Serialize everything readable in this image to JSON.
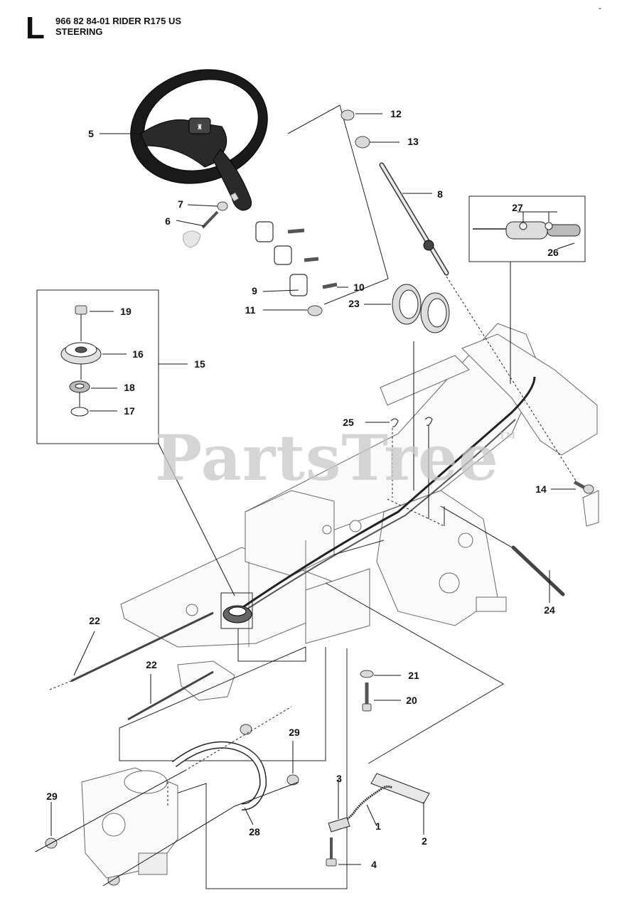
{
  "header": {
    "section_letter": "L",
    "model_line": "966 82 84-01 RIDER R175 US",
    "section_title": "STEERING",
    "corner_mark": "-"
  },
  "watermark": {
    "text": "PartsTree",
    "trademark": "TM"
  },
  "callouts": {
    "c1": "1",
    "c2": "2",
    "c3": "3",
    "c4": "4",
    "c5": "5",
    "c6": "6",
    "c7": "7",
    "c8": "8",
    "c9": "9",
    "c10": "10",
    "c11": "11",
    "c12": "12",
    "c13": "13",
    "c14": "14",
    "c15": "15",
    "c16": "16",
    "c17": "17",
    "c18": "18",
    "c19": "19",
    "c20": "20",
    "c21": "21",
    "c22a": "22",
    "c22b": "22",
    "c23": "23",
    "c24": "24",
    "c25": "25",
    "c26": "26",
    "c27": "27",
    "c28": "28",
    "c29a": "29",
    "c29b": "29"
  }
}
